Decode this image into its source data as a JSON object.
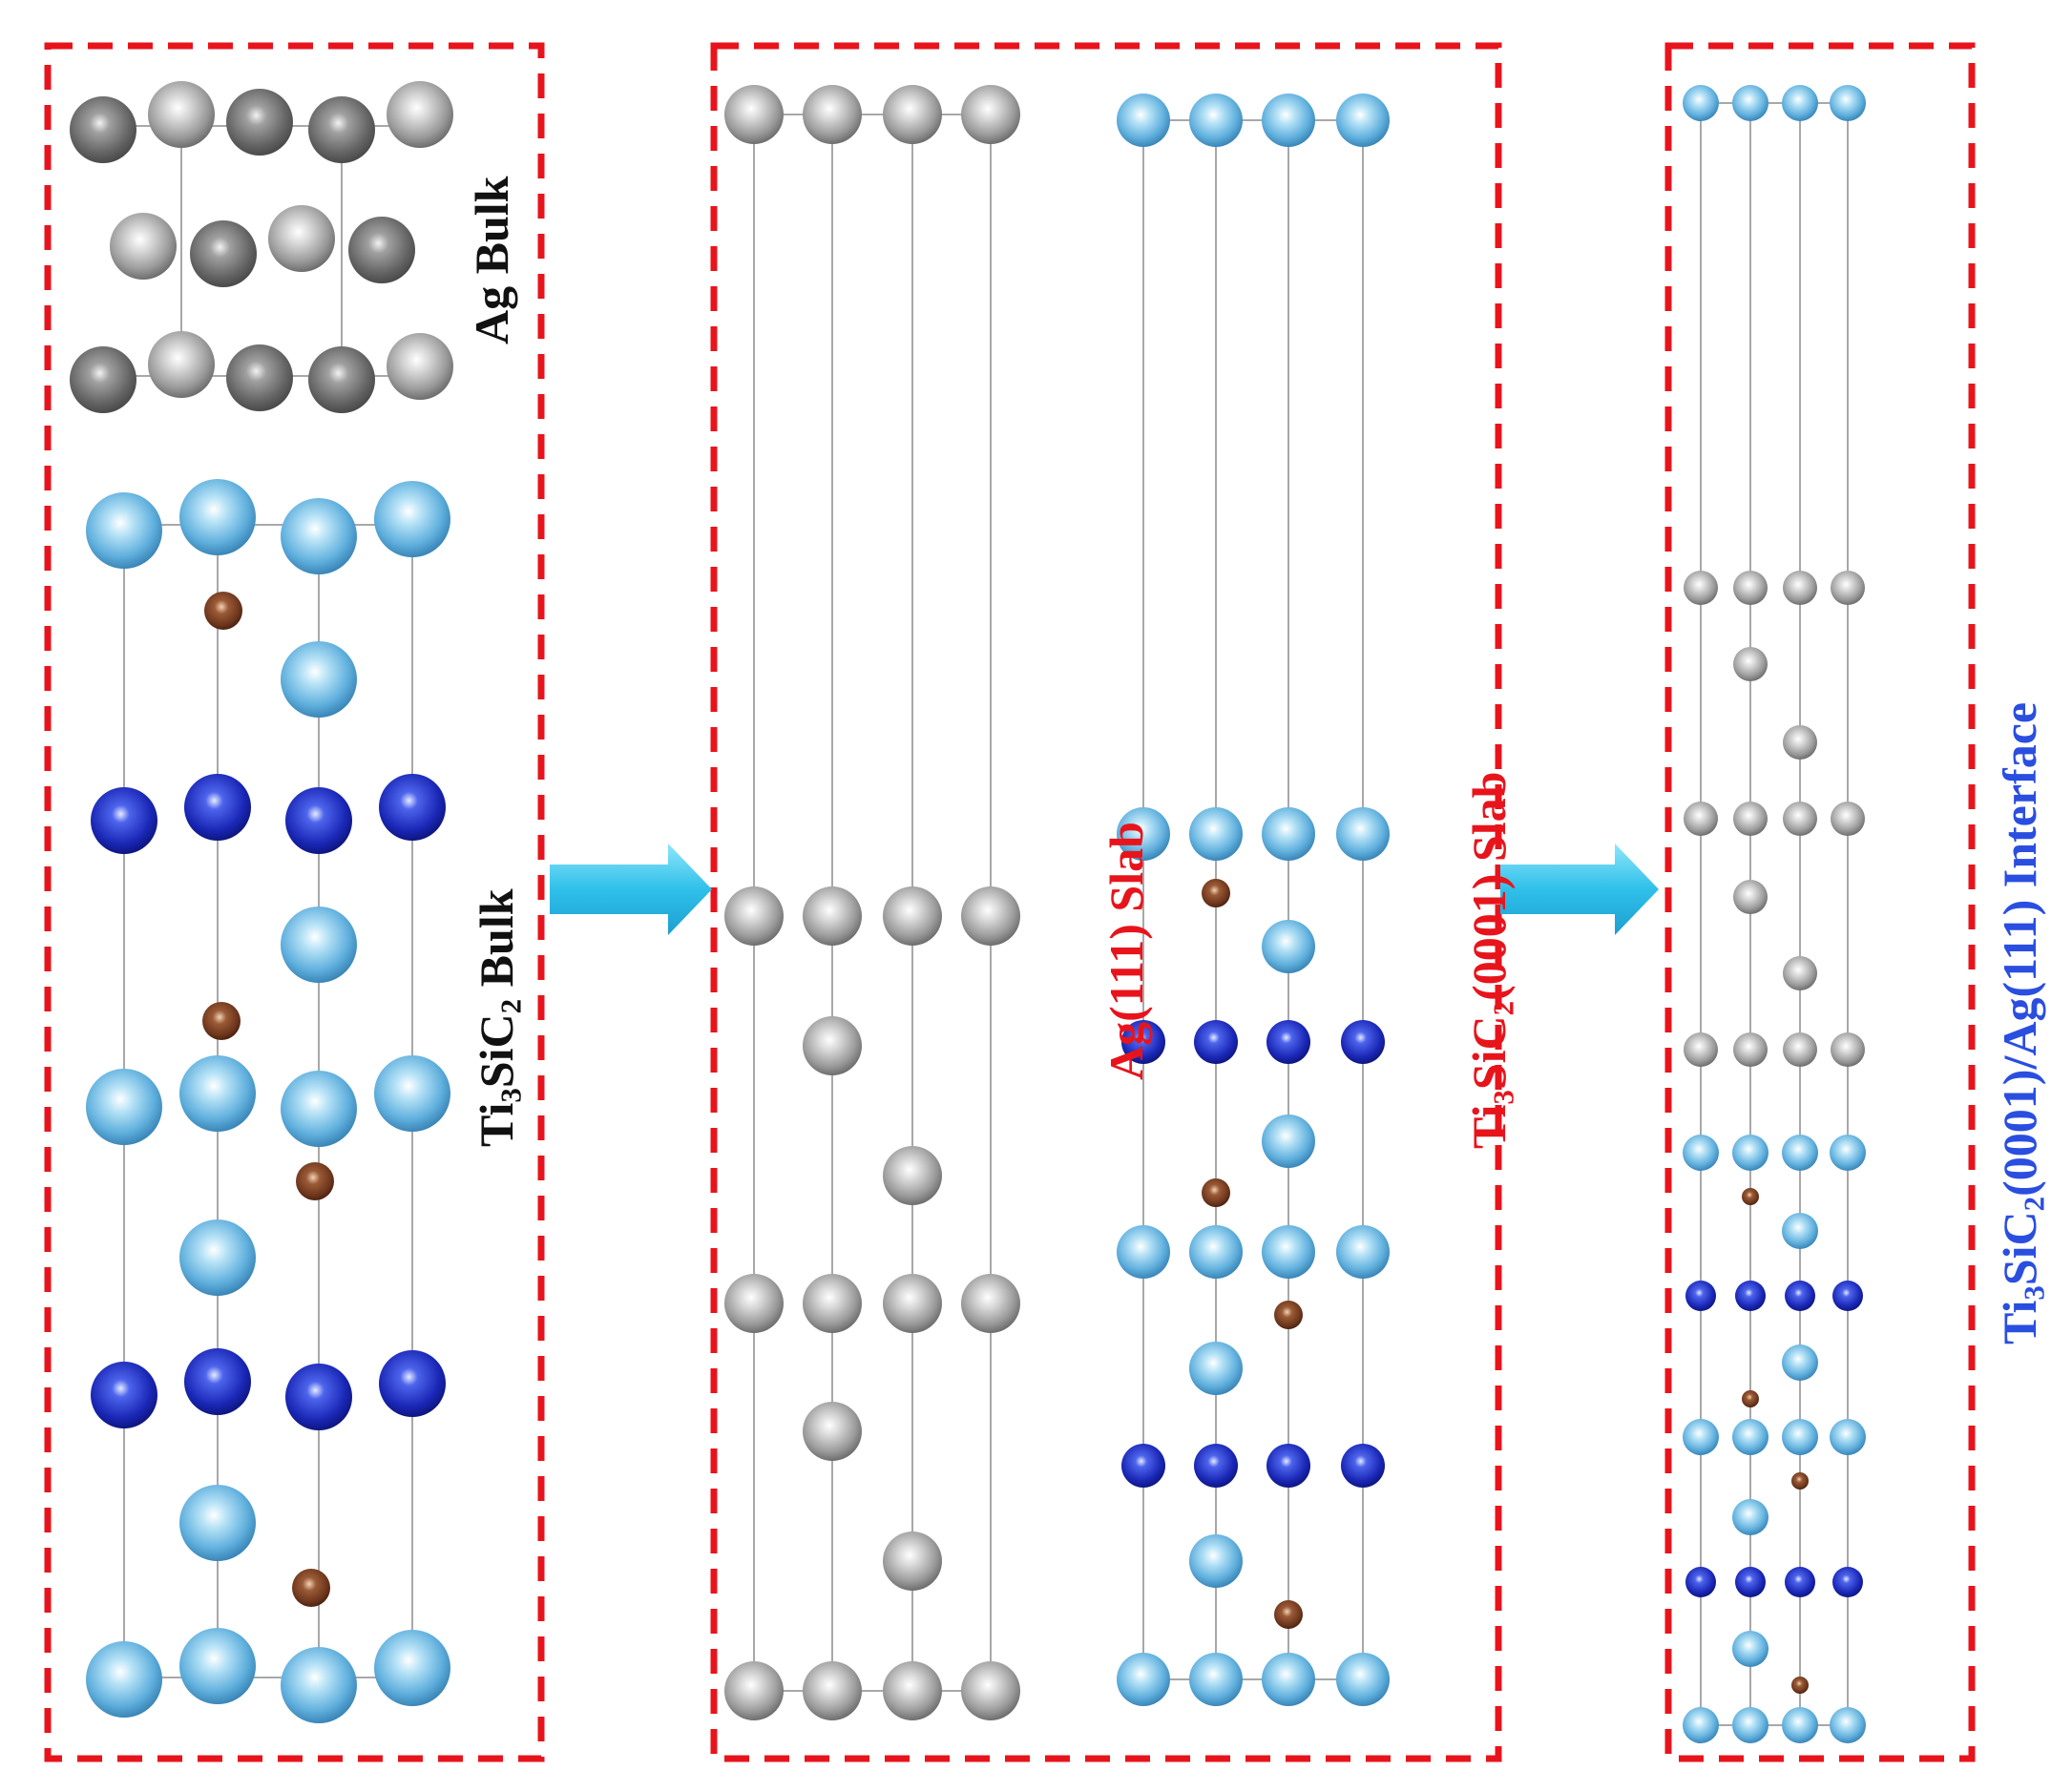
{
  "colors": {
    "frame": "#e8141c",
    "arrow": "#36c6ec",
    "ag_atom": "#a8a8a8",
    "ti_atom": "#6fbde6",
    "si_atom": "#1f2fc8",
    "c_atom": "#7a4126",
    "cell_line": "#a8a8a8",
    "label_black": "#111111",
    "label_red": "#e8141c",
    "label_blue": "#2a4ee0"
  },
  "panels": {
    "bulk": {
      "ag_label": "Ag Bulk",
      "ti_label": {
        "pre": "Ti",
        "sub1": "3",
        "mid": "SiC",
        "sub2": "2",
        "post": " Bulk"
      }
    },
    "slab": {
      "ag_label": "Ag(111) Slab",
      "ti_label": {
        "pre": "Ti",
        "sub1": "3",
        "mid": "SiC",
        "sub2": "2",
        "post": "(0001) Slab"
      }
    },
    "interface": {
      "label": {
        "pre": "Ti",
        "sub1": "3",
        "mid": "SiC",
        "sub2": "2",
        "post": "(0001)/Ag(111) Interface"
      }
    }
  }
}
